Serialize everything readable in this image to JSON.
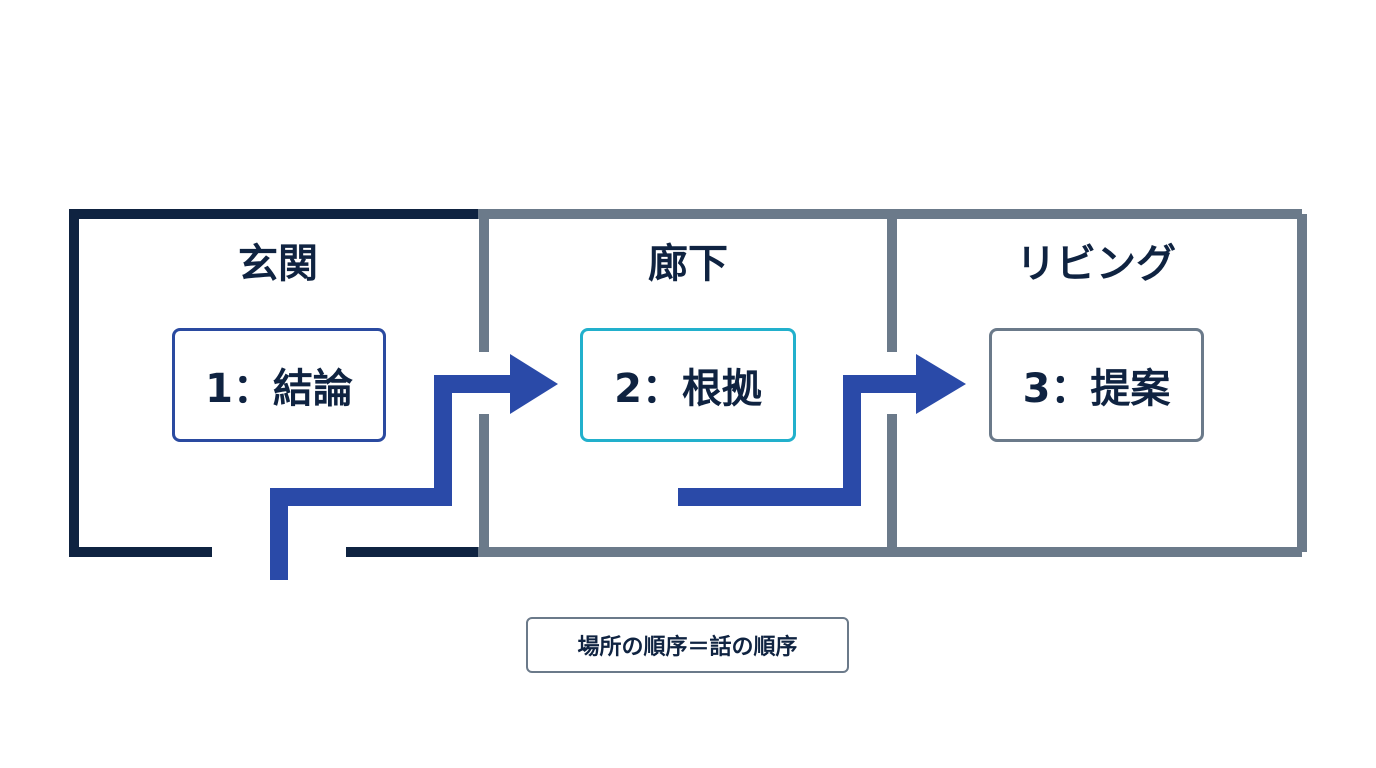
{
  "rooms": [
    {
      "name": "玄関",
      "topic": "1：結論",
      "topic_color": "#2a4aa0"
    },
    {
      "name": "廊下",
      "topic": "2：根拠",
      "topic_color": "#22b0cc"
    },
    {
      "name": "リビング",
      "topic": "3：提案",
      "topic_color": "#6b7a8a"
    }
  ],
  "caption": "場所の順序＝話の順序",
  "colors": {
    "wall_entrance": "#0f2341",
    "wall_other": "#6b7a8a",
    "path_arrow": "#2a4aa8"
  }
}
